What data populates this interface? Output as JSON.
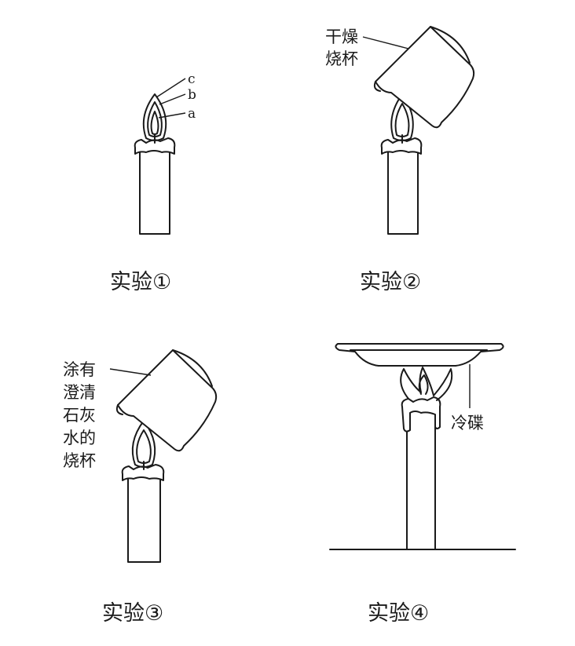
{
  "experiments": [
    {
      "caption": "实验①",
      "flame_labels": [
        "c",
        "b",
        "a"
      ]
    },
    {
      "caption": "实验②",
      "beaker_label_lines": [
        "干燥",
        "烧杯"
      ]
    },
    {
      "caption": "实验③",
      "beaker_label_lines": [
        "涂有",
        "澄清",
        "石灰",
        "水的",
        "烧杯"
      ]
    },
    {
      "caption": "实验④",
      "dish_label": "冷碟"
    }
  ]
}
